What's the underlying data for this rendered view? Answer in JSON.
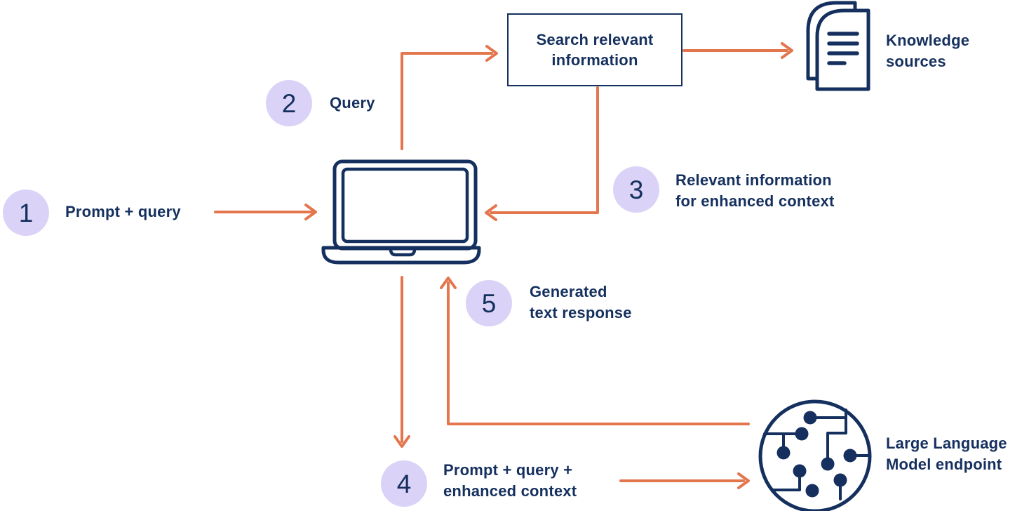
{
  "colors": {
    "navy": "#15305E",
    "orange": "#E4764E",
    "lavender": "#DBD2F7",
    "background": "#FFFFFF"
  },
  "nodes": {
    "client": {
      "icon": "laptop-icon"
    },
    "search_box": {
      "line1": "Search relevant",
      "line2": "information"
    },
    "knowledge": {
      "icon": "documents-icon",
      "line1": "Knowledge",
      "line2": "sources"
    },
    "llm": {
      "icon": "circuit-icon",
      "line1": "Large Language",
      "line2": "Model endpoint"
    }
  },
  "steps": [
    {
      "number": "1",
      "line1": "Prompt + query",
      "line2": ""
    },
    {
      "number": "2",
      "line1": "Query",
      "line2": ""
    },
    {
      "number": "3",
      "line1": "Relevant information",
      "line2": "for enhanced context"
    },
    {
      "number": "4",
      "line1": "Prompt + query +",
      "line2": "enhanced context"
    },
    {
      "number": "5",
      "line1": "Generated",
      "line2": "text response"
    }
  ]
}
